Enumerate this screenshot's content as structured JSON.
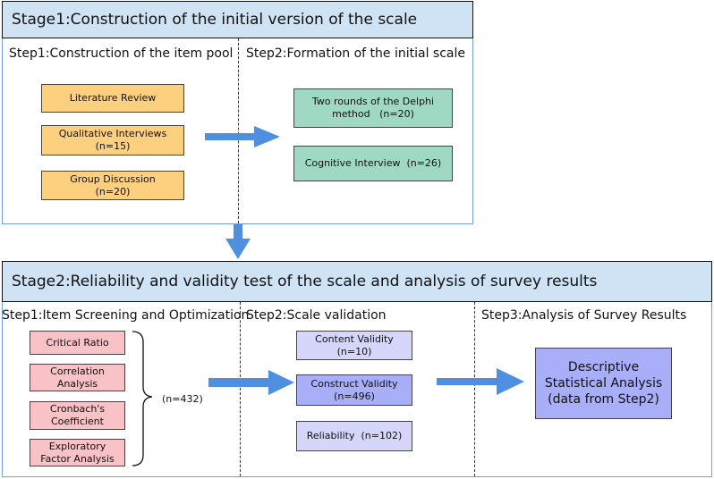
{
  "stage1": {
    "title": "Stage1:Construction of the initial version of the scale",
    "step1": {
      "title": "Step1:Construction of the item pool",
      "items": [
        {
          "line1": "Literature Review",
          "line2": ""
        },
        {
          "line1": "Qualitative Interviews",
          "line2": "(n=15)"
        },
        {
          "line1": "Group Discussion",
          "line2": "(n=20)"
        }
      ]
    },
    "step2": {
      "title": "Step2:Formation of the initial scale",
      "items": [
        {
          "line1": "Two rounds of the Delphi",
          "line2": "method   (n=20)"
        },
        {
          "line1": "Cognitive Interview  (n=26)",
          "line2": ""
        }
      ]
    }
  },
  "stage2": {
    "title": "Stage2:Reliability and validity test of the scale and analysis of survey results",
    "step1": {
      "title": "Step1:Item Screening and Optimization",
      "items": [
        {
          "line1": "Critical Ratio",
          "line2": ""
        },
        {
          "line1": "Correlation",
          "line2": "Analysis"
        },
        {
          "line1": "Cronbach's",
          "line2": "Coefficient"
        },
        {
          "line1": "Exploratory",
          "line2": "Factor Analysis"
        }
      ],
      "sample_note": "(n=432)"
    },
    "step2": {
      "title": "Step2:Scale validation",
      "items": [
        {
          "line1": "Content Validity",
          "line2": "(n=10)"
        },
        {
          "line1": "Construct Validity",
          "line2": "(n=496)"
        },
        {
          "line1": "Reliability  (n=102)",
          "line2": ""
        }
      ]
    },
    "step3": {
      "title": "Step3:Analysis of Survey Results",
      "result": {
        "line1": "Descriptive",
        "line2": "Statistical Analysis",
        "line3": "(data from Step2)"
      }
    }
  },
  "colors": {
    "stage_header_fill": "#cfe3f5",
    "frame_border": "#6fa3de",
    "arrow": "#4f8fe0",
    "orange_box": "#fdd080",
    "green_box": "#9fd9c4",
    "pink_box": "#f8c2c6",
    "lavender_box": "#d6d6fb",
    "blue_box": "#a8aef8"
  }
}
